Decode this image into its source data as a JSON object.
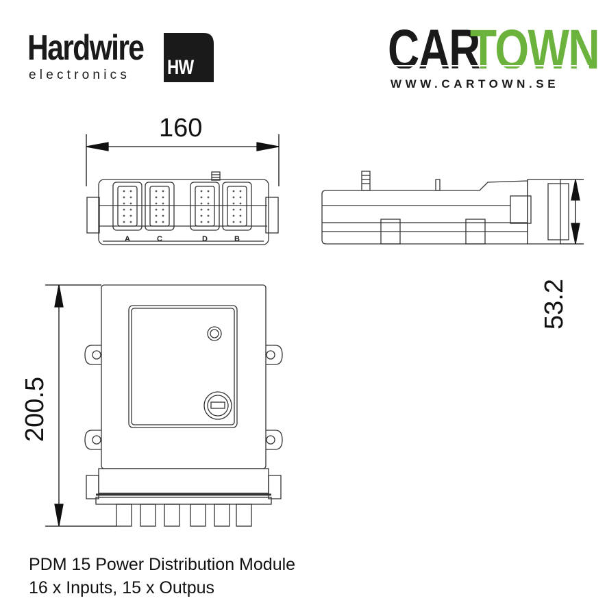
{
  "brand_left": {
    "name": "Hardwire",
    "subtitle": "electronics",
    "badge": "HW"
  },
  "brand_right": {
    "name_dark": "CAR",
    "name_green": "TOWN",
    "url": "WWW.CARTOWN.SE",
    "green": "#6cb33e"
  },
  "dimensions": {
    "width": "160",
    "height": "53.2",
    "length": "200.5"
  },
  "connectors": [
    "A",
    "C",
    "D",
    "B"
  ],
  "caption": {
    "line1": "PDM 15 Power Distribution Module",
    "line2": "16 x Inputs, 15 x Outpus"
  }
}
